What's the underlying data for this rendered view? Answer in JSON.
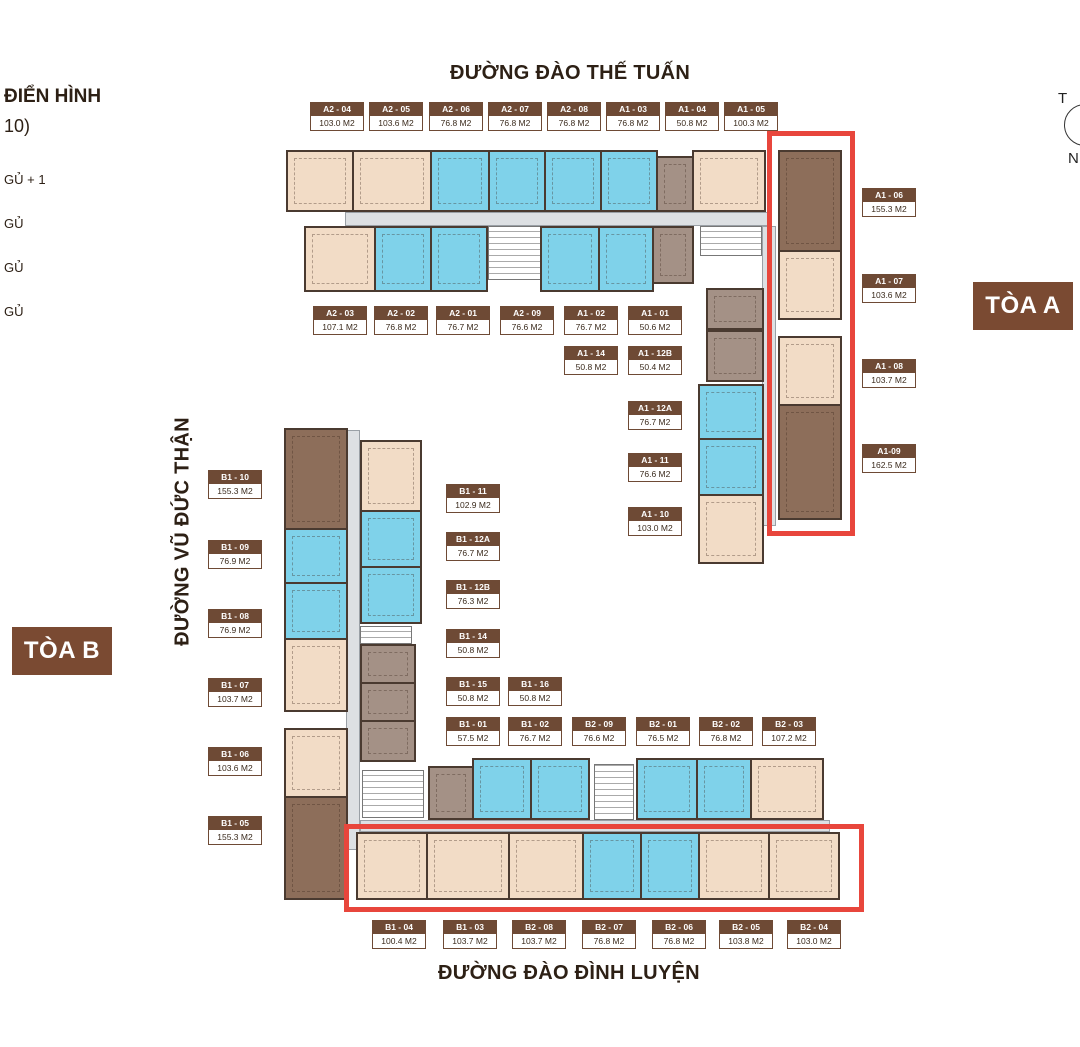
{
  "streets": {
    "top": "ĐƯỜNG ĐÀO THẾ TUẤN",
    "left": "ĐƯỜNG VŨ ĐỨC THẬN",
    "bottom": "ĐƯỜNG ĐÀO ĐÌNH LUYỆN"
  },
  "legend": {
    "title": "ĐIỂN HÌNH",
    "subtitle": "10)",
    "items": [
      "GỦ + 1",
      "GỦ",
      "GỦ",
      "GỦ"
    ]
  },
  "towers": {
    "a": "TÒA A",
    "b": "TÒA B"
  },
  "compass": {
    "top": "T",
    "bottom": "N"
  },
  "colors": {
    "tan": "#f2dcc6",
    "blue": "#7fd2ea",
    "brown": "#8d6e5a",
    "taupe": "#a49186",
    "highlight": "#e8463c",
    "label": "#7a4a32"
  },
  "tags": [
    {
      "code": "A2 - 04",
      "area": "103.0 M2"
    },
    {
      "code": "A2 - 05",
      "area": "103.6 M2"
    },
    {
      "code": "A2 - 06",
      "area": "76.8 M2"
    },
    {
      "code": "A2 - 07",
      "area": "76.8 M2"
    },
    {
      "code": "A2 - 08",
      "area": "76.8 M2"
    },
    {
      "code": "A1 - 03",
      "area": "76.8 M2"
    },
    {
      "code": "A1 - 04",
      "area": "50.8 M2"
    },
    {
      "code": "A1 - 05",
      "area": "100.3 M2"
    },
    {
      "code": "A1 - 06",
      "area": "155.3 M2"
    },
    {
      "code": "A1 - 07",
      "area": "103.6 M2"
    },
    {
      "code": "A1 - 08",
      "area": "103.7 M2"
    },
    {
      "code": "A1-09",
      "area": "162.5 M2"
    },
    {
      "code": "A2 - 03",
      "area": "107.1 M2"
    },
    {
      "code": "A2 - 02",
      "area": "76.8 M2"
    },
    {
      "code": "A2 - 01",
      "area": "76.7 M2"
    },
    {
      "code": "A2 - 09",
      "area": "76.6 M2"
    },
    {
      "code": "A1 - 02",
      "area": "76.7 M2"
    },
    {
      "code": "A1 - 01",
      "area": "50.6 M2"
    },
    {
      "code": "A1 - 14",
      "area": "50.8 M2"
    },
    {
      "code": "A1 - 12B",
      "area": "50.4 M2"
    },
    {
      "code": "A1 - 12A",
      "area": "76.7 M2"
    },
    {
      "code": "A1 - 11",
      "area": "76.6 M2"
    },
    {
      "code": "A1 - 10",
      "area": "103.0 M2"
    },
    {
      "code": "B1 - 10",
      "area": "155.3 M2"
    },
    {
      "code": "B1 - 09",
      "area": "76.9 M2"
    },
    {
      "code": "B1 - 08",
      "area": "76.9 M2"
    },
    {
      "code": "B1 - 07",
      "area": "103.7 M2"
    },
    {
      "code": "B1 - 06",
      "area": "103.6 M2"
    },
    {
      "code": "B1 - 05",
      "area": "155.3 M2"
    },
    {
      "code": "B1 - 11",
      "area": "102.9 M2"
    },
    {
      "code": "B1 - 12A",
      "area": "76.7 M2"
    },
    {
      "code": "B1 - 12B",
      "area": "76.3 M2"
    },
    {
      "code": "B1 - 14",
      "area": "50.8 M2"
    },
    {
      "code": "B1 - 15",
      "area": "50.8 M2"
    },
    {
      "code": "B1 - 16",
      "area": "50.8 M2"
    },
    {
      "code": "B1 - 01",
      "area": "57.5 M2"
    },
    {
      "code": "B1 - 02",
      "area": "76.7 M2"
    },
    {
      "code": "B2 - 09",
      "area": "76.6 M2"
    },
    {
      "code": "B2 - 01",
      "area": "76.5 M2"
    },
    {
      "code": "B2 - 02",
      "area": "76.8 M2"
    },
    {
      "code": "B2 - 03",
      "area": "107.2 M2"
    },
    {
      "code": "B1 - 04",
      "area": "100.4 M2"
    },
    {
      "code": "B1 - 03",
      "area": "103.7 M2"
    },
    {
      "code": "B2 - 08",
      "area": "103.7 M2"
    },
    {
      "code": "B2 - 07",
      "area": "76.8 M2"
    },
    {
      "code": "B2 - 06",
      "area": "76.8 M2"
    },
    {
      "code": "B2 - 05",
      "area": "103.8 M2"
    },
    {
      "code": "B2 - 04",
      "area": "103.0 M2"
    }
  ]
}
